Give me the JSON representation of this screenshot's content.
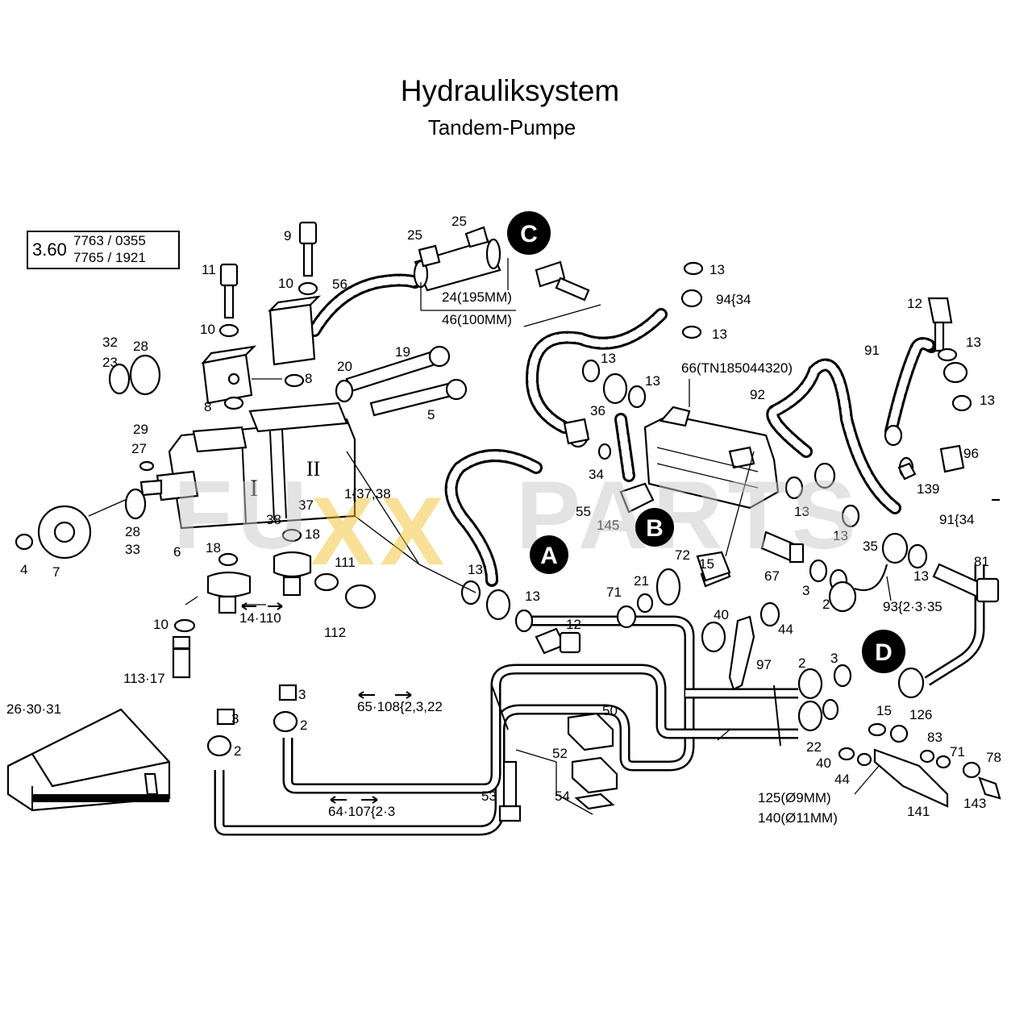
{
  "header": {
    "title": "Hydrauliksystem",
    "subtitle": "Tandem-Pumpe"
  },
  "reference": {
    "main": "3.60",
    "row1": "7763 / 0355",
    "row2": "7765 / 1921"
  },
  "watermark": {
    "prefix": "FU",
    "xx": "XX",
    "suffix": "PARTS",
    "colors": {
      "gray": "#c8c8c8",
      "yellow": "#f2c233"
    }
  },
  "markers": [
    "A",
    "B",
    "C",
    "D"
  ],
  "labels": {
    "l1": "9",
    "l2": "25",
    "l3": "25",
    "l4": "11",
    "l5": "10",
    "l6": "56",
    "l7": "24(195MM)",
    "l8": "46(100MM)",
    "l9": "13",
    "l10": "94{34",
    "l11": "13",
    "l12": "10",
    "l13": "32",
    "l14": "23",
    "l15": "28",
    "l16": "8",
    "l17": "8",
    "l18": "20",
    "l19": "19",
    "l20": "5",
    "l21": "13",
    "l22": "36",
    "l23": "13",
    "l24": "66(TN185044320)",
    "l25": "12",
    "l26": "13",
    "l27": "91",
    "l28": "13",
    "l29": "92",
    "l30": "29",
    "l31": "27",
    "l32": "I",
    "l33": "II",
    "l34": "1{37,38",
    "l35": "34",
    "l36": "96",
    "l37": "139",
    "l38": "28",
    "l39": "33",
    "l40": "4",
    "l41": "7",
    "l42": "6",
    "l43": "38",
    "l44": "37",
    "l45": "18",
    "l46": "18",
    "l47": "55",
    "l48": "145",
    "l49": "13",
    "l50": "13",
    "l51": "91{34",
    "l52": "111",
    "l53": "112",
    "l54": "13",
    "l55": "13",
    "l56": "12",
    "l57": "72",
    "l58": "15",
    "l59": "71",
    "l60": "21",
    "l61": "67",
    "l62": "3",
    "l63": "2",
    "l64": "35",
    "l65": "13",
    "l66": "81",
    "l67": "93{2·3·35",
    "l68": "14·110",
    "l69": "10",
    "l70": "113·17",
    "l71": "40",
    "l72": "44",
    "l73": "97",
    "l74": "2",
    "l75": "3",
    "l76": "26·30·31",
    "l77": "3",
    "l78": "2",
    "l79": "3",
    "l80": "2",
    "l81": "65·108{2,3,22",
    "l82": "50",
    "l83": "52",
    "l84": "53",
    "l85": "54",
    "l86": "64·107{2·3",
    "l87": "15",
    "l88": "126",
    "l89": "22",
    "l90": "83",
    "l91": "71",
    "l92": "78",
    "l93": "40",
    "l94": "44",
    "l95": "125(Ø9MM)",
    "l96": "140(Ø11MM)",
    "l97": "141",
    "l98": "143"
  }
}
